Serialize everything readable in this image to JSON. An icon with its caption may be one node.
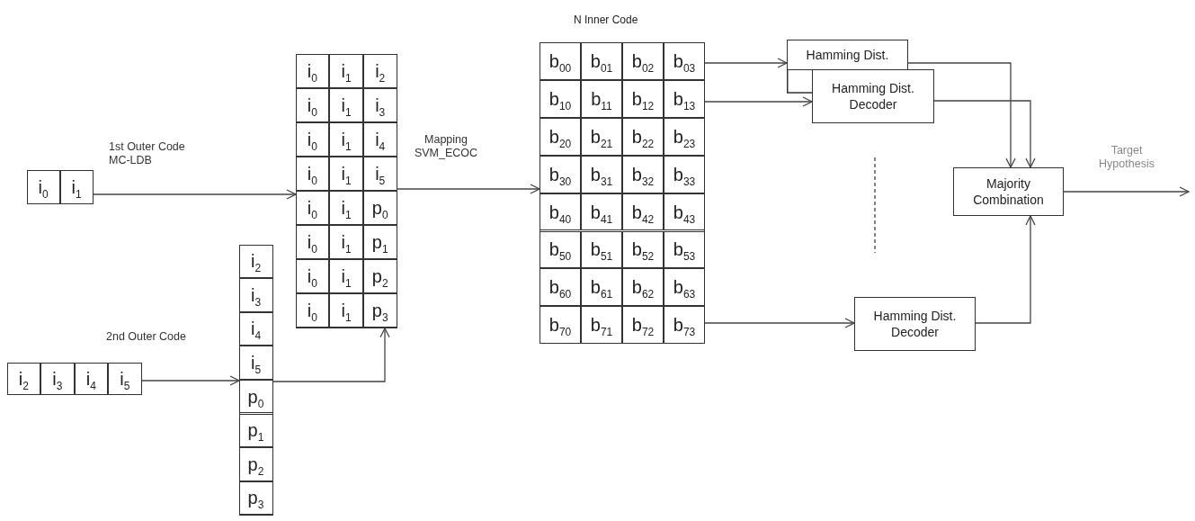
{
  "diagram": {
    "nodes": [
      {
        "text": [],
        "shape": "box"
      },
      {
        "text": [
          "i$_{0}$"
        ],
        "in": 0
      },
      {
        "text": [
          "i$_{1}$"
        ],
        "in": 0
      },
      {
        "text": [],
        "shape": "box"
      },
      {
        "text": [
          "i$_{2}$"
        ],
        "in": 3
      },
      {
        "text": [
          "i$_{3}$"
        ],
        "in": 3
      },
      {
        "text": [
          "i$_{4}$"
        ],
        "in": 3
      },
      {
        "text": [
          "i$_{5}$"
        ],
        "in": 3
      },
      {
        "text": [],
        "shape": "box"
      },
      {
        "text": [
          "i$_{2}$"
        ],
        "in": 8
      },
      {
        "text": [
          "i$_{3}$"
        ],
        "in": 8
      },
      {
        "text": [
          "i$_{4}$"
        ],
        "in": 8
      },
      {
        "text": [
          "i$_{5}$"
        ],
        "in": 8
      },
      {
        "text": [
          "p$_{0}$"
        ],
        "in": 8
      },
      {
        "text": [
          "p$_{1}$"
        ],
        "in": 8
      },
      {
        "text": [
          "p$_{2}$"
        ],
        "in": 8
      },
      {
        "text": [
          "p$_{3}$"
        ],
        "in": 8
      },
      {
        "text": [],
        "shape": "box"
      },
      {
        "text": [
          "i$_{0}$"
        ],
        "in": 17
      },
      {
        "text": [
          "i$_{1}$"
        ],
        "in": 17
      },
      {
        "text": [
          "i$_{2}$"
        ],
        "in": 17
      },
      {
        "text": [
          "i$_{0}$"
        ],
        "in": 17
      },
      {
        "text": [
          "i$_{1}$"
        ],
        "in": 17
      },
      {
        "text": [
          "i$_{3}$"
        ],
        "in": 17
      },
      {
        "text": [
          "i$_{0}$"
        ],
        "in": 17
      },
      {
        "text": [
          "i$_{1}$"
        ],
        "in": 17
      },
      {
        "text": [
          "i$_{4}$"
        ],
        "in": 17
      },
      {
        "text": [
          "i$_{0}$"
        ],
        "in": 17
      },
      {
        "text": [
          "i$_{1}$"
        ],
        "in": 17
      },
      {
        "text": [
          "i$_{5}$"
        ],
        "in": 17
      },
      {
        "text": [
          "i$_{0}$"
        ],
        "in": 17
      },
      {
        "text": [
          "i$_{1}$"
        ],
        "in": 17
      },
      {
        "text": [
          "p$_{0}$"
        ],
        "in": 17
      },
      {
        "text": [
          "i$_{0}$"
        ],
        "in": 17
      },
      {
        "text": [
          "i$_{1}$"
        ],
        "in": 17
      },
      {
        "text": [
          "p$_{1}$"
        ],
        "in": 17
      },
      {
        "text": [
          "i$_{0}$"
        ],
        "in": 17
      },
      {
        "text": [
          "i$_{1}$"
        ],
        "in": 17
      },
      {
        "text": [
          "p$_{2}$"
        ],
        "in": 17
      },
      {
        "text": [
          "i$_{0}$"
        ],
        "in": 17
      },
      {
        "text": [
          "i$_{1}$"
        ],
        "in": 17
      },
      {
        "text": [
          "p$_{3}$"
        ],
        "in": 17
      },
      {
        "text": [
          "N Inner Code"
        ]
      },
      {
        "text": [
          "b$_{00}$"
        ],
        "in": 42
      },
      {
        "text": [
          "b$_{01}$"
        ],
        "in": 42
      },
      {
        "text": [
          "b$_{02}$"
        ],
        "in": 42
      },
      {
        "text": [
          "b$_{03}$"
        ],
        "in": 42
      },
      {
        "text": [
          "b$_{10}$"
        ],
        "in": 42
      },
      {
        "text": [
          "b$_{11}$"
        ],
        "in": 42
      },
      {
        "text": [
          "b$_{12}$"
        ],
        "in": 42
      },
      {
        "text": [
          "b$_{13}$"
        ],
        "in": 42
      },
      {
        "text": [
          "b$_{20}$"
        ],
        "in": 42
      },
      {
        "text": [
          "b$_{21}$"
        ],
        "in": 42
      },
      {
        "text": [
          "b$_{22}$"
        ],
        "in": 42
      },
      {
        "text": [
          "b$_{23}$"
        ],
        "in": 42
      },
      {
        "text": [
          "b$_{30}$"
        ],
        "in": 42
      },
      {
        "text": [
          "b$_{31}$"
        ],
        "in": 42
      },
      {
        "text": [
          "b$_{32}$"
        ],
        "in": 42
      },
      {
        "text": [
          "b$_{33}$"
        ],
        "in": 42
      },
      {
        "text": [
          "b$_{40}$"
        ],
        "in": 42
      },
      {
        "text": [
          "b$_{41}$"
        ],
        "in": 42
      },
      {
        "text": [
          "b$_{42}$"
        ],
        "in": 42
      },
      {
        "text": [
          "b$_{43}$"
        ],
        "in": 42
      },
      {
        "text": [
          "b$_{50}$"
        ],
        "in": 42
      },
      {
        "text": [
          "b$_{51}$"
        ],
        "in": 42
      },
      {
        "text": [
          "b$_{52}$"
        ],
        "in": 42
      },
      {
        "text": [
          "b$_{53}$"
        ],
        "in": 42
      },
      {
        "text": [
          "b$_{60}$"
        ],
        "in": 42
      },
      {
        "text": [
          "b$_{61}$"
        ],
        "in": 42
      },
      {
        "text": [
          "b$_{62}$"
        ],
        "in": 42
      },
      {
        "text": [
          "b$_{63}$"
        ],
        "in": 42
      },
      {
        "text": [
          "b$_{70}$"
        ],
        "in": 42
      },
      {
        "text": [
          "b$_{71}$"
        ],
        "in": 42
      },
      {
        "text": [
          "b$_{72}$"
        ],
        "in": 42
      },
      {
        "text": [
          "b$_{73}$"
        ],
        "in": 42
      },
      {
        "text": [
          "Hamming Dist."
        ]
      },
      {
        "text": [
          "Hamming Dist. Decoder"
        ]
      },
      {
        "text": [
          "Hamming Dist. Decoder"
        ]
      },
      {
        "text": [
          "Majority Combination"
        ]
      }
    ],
    "edges": [
      {
        "from": 0,
        "to": 17,
        "arrow": "to",
        "label": "1st Outer Code MC-LDB"
      },
      {
        "from": 3,
        "to": 8,
        "arrow": "to",
        "label": "2nd Outer Code"
      },
      {
        "from": 8,
        "to": 17,
        "arrow": "to"
      },
      {
        "from": 17,
        "to": 42,
        "arrow": "to",
        "label": "Mapping SVM_ECOC"
      },
      {
        "from": 42,
        "to": 75,
        "arrow": "to"
      },
      {
        "from": 42,
        "to": 76,
        "arrow": "to"
      },
      {
        "from": 42,
        "to": 77,
        "arrow": "to"
      },
      {
        "from": 75,
        "to": 78,
        "arrow": "to"
      },
      {
        "from": 76,
        "to": 78,
        "arrow": "to"
      },
      {
        "from": 77,
        "to": 78,
        "arrow": "to"
      },
      {
        "from": 78,
        "to": null,
        "arrow": "to",
        "label": "Target Hypothesis"
      }
    ]
  }
}
